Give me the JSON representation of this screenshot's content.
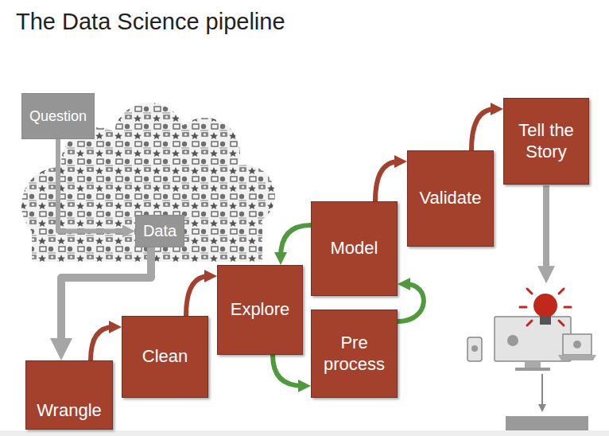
{
  "diagram": {
    "title": "The Data Science pipeline",
    "nodes": [
      {
        "text": [
          "Question"
        ]
      },
      {
        "text": [
          "Data"
        ]
      },
      {
        "text": [
          "Wrangle"
        ]
      },
      {
        "text": [
          "Clean"
        ]
      },
      {
        "text": [
          "Explore"
        ]
      },
      {
        "text": [
          "Model"
        ]
      },
      {
        "text": [
          "Pre process"
        ]
      },
      {
        "text": [
          "Validate"
        ]
      },
      {
        "text": [
          "Tell the Story"
        ]
      }
    ],
    "edges": [
      {
        "from": 0,
        "to": 1,
        "arrow": "to"
      },
      {
        "from": 1,
        "to": 2,
        "arrow": "to"
      },
      {
        "from": 2,
        "to": 3,
        "arrow": "to"
      },
      {
        "from": 3,
        "to": 4,
        "arrow": "to"
      },
      {
        "from": 4,
        "to": 6,
        "arrow": "to"
      },
      {
        "from": 6,
        "to": 5,
        "arrow": "to"
      },
      {
        "from": 5,
        "to": 4,
        "arrow": "to"
      },
      {
        "from": 5,
        "to": 7,
        "arrow": "to"
      },
      {
        "from": 7,
        "to": 8,
        "arrow": "to"
      }
    ]
  }
}
